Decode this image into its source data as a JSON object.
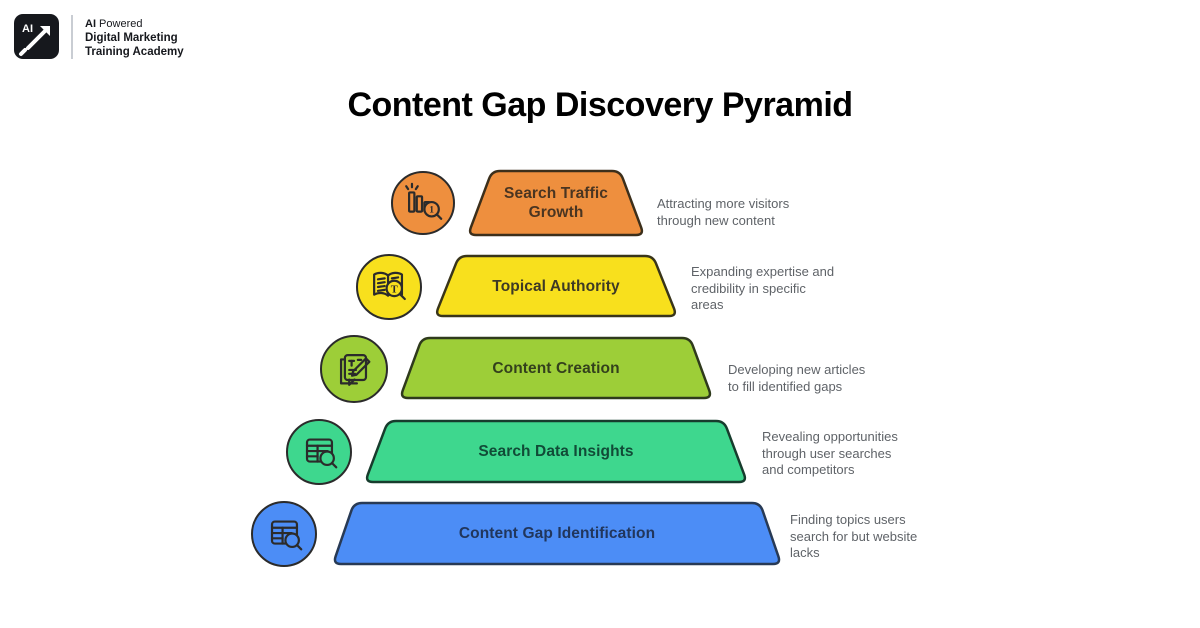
{
  "logo": {
    "badge": "AI",
    "line1_bold": "AI",
    "line1_regular": " Powered",
    "line2": "Digital Marketing",
    "line3": "Training Academy"
  },
  "title": "Content Gap Discovery Pyramid",
  "colors": {
    "background": "#ffffff",
    "outline": "#2b2b2b",
    "description_text": "#5f6368"
  },
  "levels": [
    {
      "label": "Search Traffic\nGrowth",
      "description": "Attracting more visitors\nthrough new content",
      "color": "#EE8F3E",
      "stroke": "#3c2f1b",
      "label_color": "#4a3521",
      "icon": "search-growth-icon"
    },
    {
      "label": "Topical Authority",
      "description": "Expanding expertise and\ncredibility in specific\nareas",
      "color": "#F8E01D",
      "stroke": "#39351a",
      "label_color": "#3e3a25",
      "icon": "topical-authority-icon"
    },
    {
      "label": "Content Creation",
      "description": "Developing new articles\nto fill identified gaps",
      "color": "#9DCE38",
      "stroke": "#2f3a1c",
      "label_color": "#33401c",
      "icon": "content-creation-icon"
    },
    {
      "label": "Search Data Insights",
      "description": "Revealing opportunities\nthrough user searches\nand competitors",
      "color": "#3ED78E",
      "stroke": "#173c2d",
      "label_color": "#114b37",
      "icon": "search-data-icon"
    },
    {
      "label": "Content Gap Identification",
      "description": "Finding topics users\nsearch for but website\nlacks",
      "color": "#4C8DF6",
      "stroke": "#283a55",
      "label_color": "#21365c",
      "icon": "content-gap-icon"
    }
  ]
}
